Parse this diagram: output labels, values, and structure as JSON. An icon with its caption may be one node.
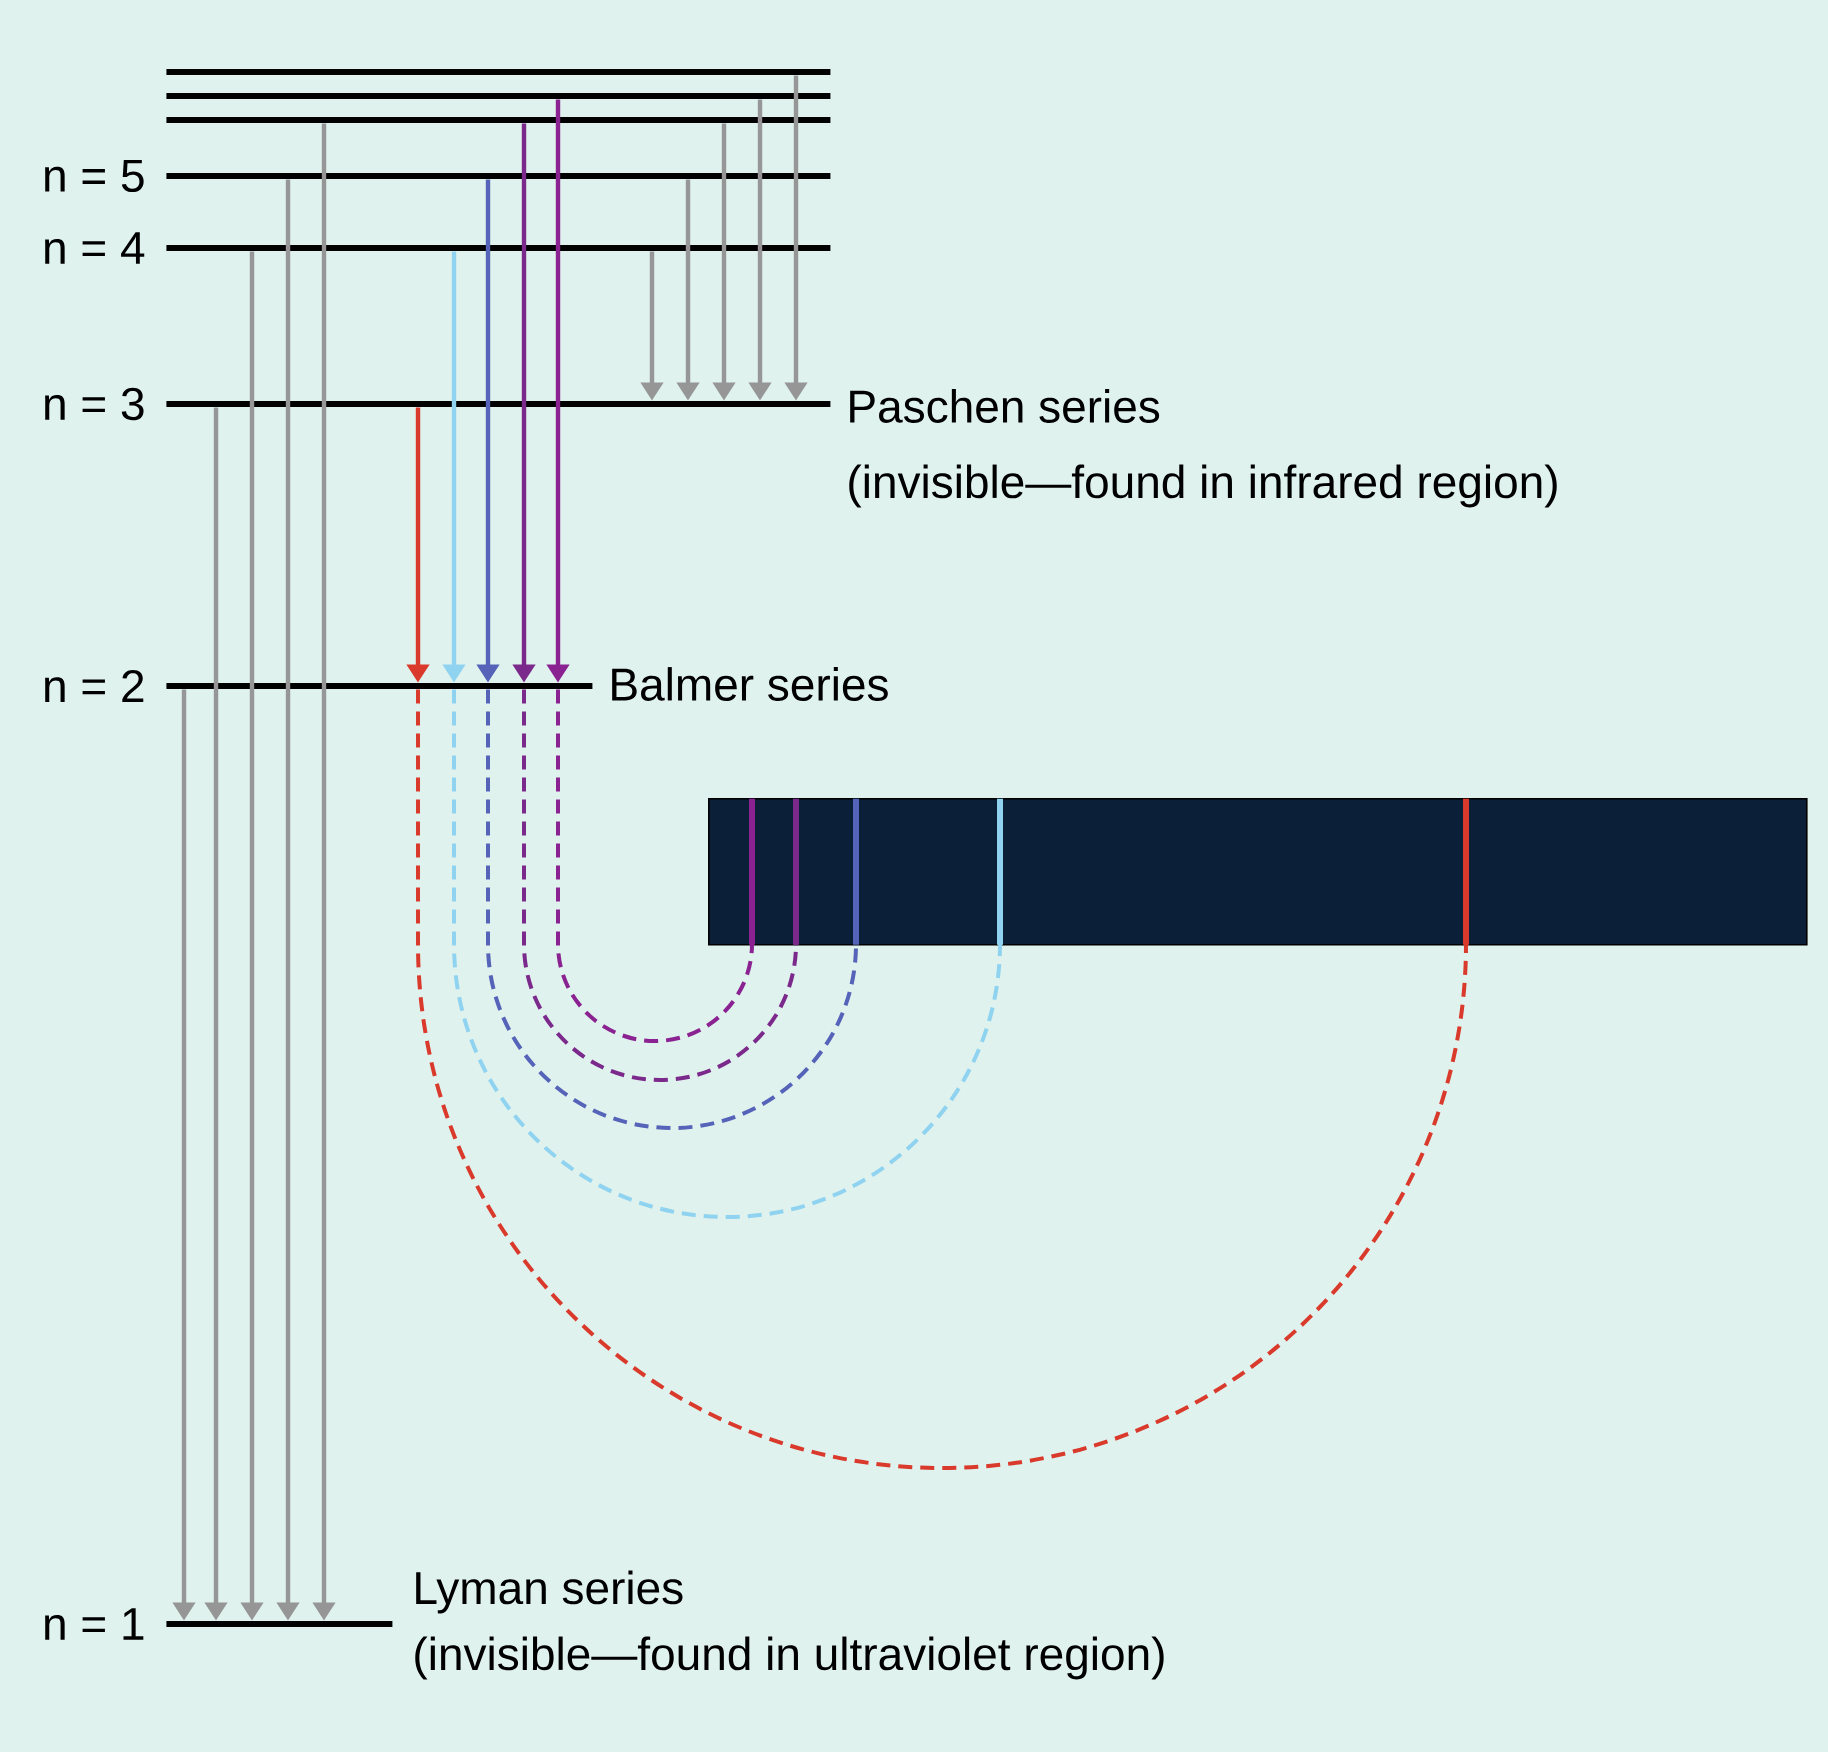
{
  "diagram": {
    "nodes": [
      {
        "text": [],
        "shape": "bar"
      },
      {
        "text": [],
        "shape": "bar"
      },
      {
        "text": [],
        "shape": "bar"
      },
      {
        "text": [
          "n = 5"
        ]
      },
      {
        "text": [
          "n = 4"
        ]
      },
      {
        "text": [
          "n = 3"
        ]
      },
      {
        "text": [
          "n = 2"
        ]
      },
      {
        "text": [
          "n = 1"
        ]
      },
      {
        "text": [],
        "shape": "box"
      },
      {
        "text": [],
        "shape": "bar",
        "in": 8
      },
      {
        "text": [],
        "shape": "bar",
        "in": 8
      },
      {
        "text": [],
        "shape": "bar",
        "in": 8
      },
      {
        "text": [],
        "shape": "bar",
        "in": 8
      },
      {
        "text": [],
        "shape": "bar",
        "in": 8
      }
    ],
    "edges": [
      {
        "from": 6,
        "to": 7,
        "arrow": "to"
      },
      {
        "from": 5,
        "to": 7,
        "arrow": "to"
      },
      {
        "from": 4,
        "to": 7,
        "arrow": "to"
      },
      {
        "from": 3,
        "to": 7,
        "arrow": "to"
      },
      {
        "from": 2,
        "to": 7,
        "arrow": "to"
      },
      {
        "from": 5,
        "to": 6,
        "arrow": "to",
        "color": "#d93a2b"
      },
      {
        "from": 4,
        "to": 6,
        "arrow": "to",
        "color": "#8fd3f0"
      },
      {
        "from": 3,
        "to": 6,
        "arrow": "to",
        "color": "#5563b8"
      },
      {
        "from": 2,
        "to": 6,
        "arrow": "to",
        "color": "#7b2a8c"
      },
      {
        "from": 1,
        "to": 6,
        "arrow": "to",
        "color": "#8a2391"
      },
      {
        "from": 4,
        "to": 5,
        "arrow": "to"
      },
      {
        "from": 3,
        "to": 5,
        "arrow": "to"
      },
      {
        "from": 2,
        "to": 5,
        "arrow": "to"
      },
      {
        "from": 1,
        "to": 5,
        "arrow": "to"
      },
      {
        "from": 0,
        "to": 5,
        "arrow": "to"
      },
      {
        "from": 6,
        "to": 13,
        "arrow": "none",
        "style": "dashed",
        "color": "#d93a2b"
      },
      {
        "from": 6,
        "to": 12,
        "arrow": "none",
        "style": "dashed",
        "color": "#8fd3f0"
      },
      {
        "from": 6,
        "to": 11,
        "arrow": "none",
        "style": "dashed",
        "color": "#5563b8"
      },
      {
        "from": 6,
        "to": 10,
        "arrow": "none",
        "style": "dashed",
        "color": "#7b2a8c"
      },
      {
        "from": 6,
        "to": 9,
        "arrow": "none",
        "style": "dashed",
        "color": "#8a2391"
      }
    ],
    "labels": [
      "Paschen series",
      "(invisible—found in infrared region)",
      "Balmer series",
      "Lyman series",
      "(invisible—found in ultraviolet region)"
    ]
  }
}
